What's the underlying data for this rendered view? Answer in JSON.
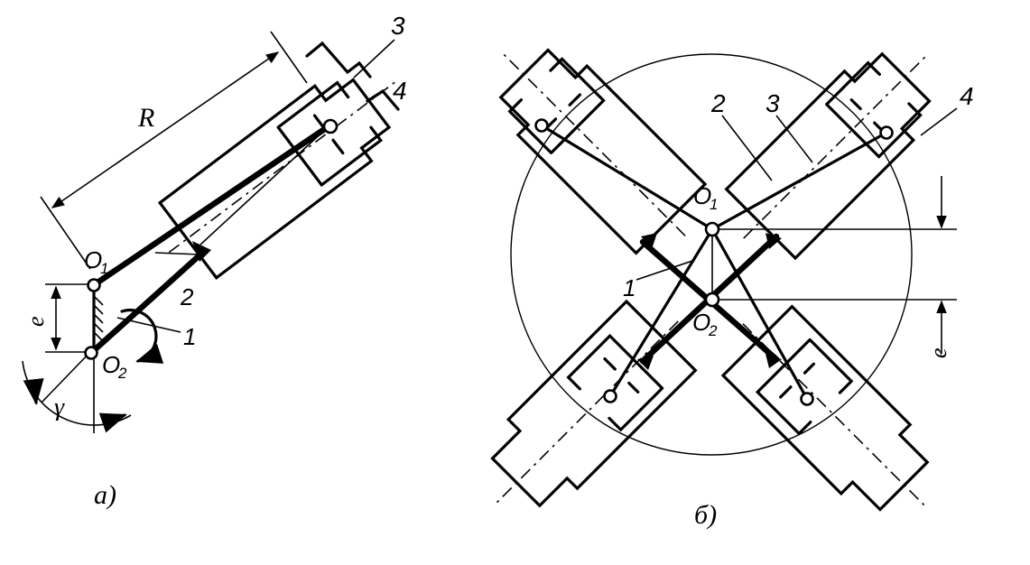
{
  "labels": {
    "R": "R",
    "e": "e",
    "gamma": "γ",
    "O1": "O",
    "O1_sub": "1",
    "O2": "O",
    "O2_sub": "2",
    "n1": "1",
    "n2": "2",
    "n3": "3",
    "n4": "4",
    "caption_a": "а)",
    "caption_b": "б)"
  }
}
